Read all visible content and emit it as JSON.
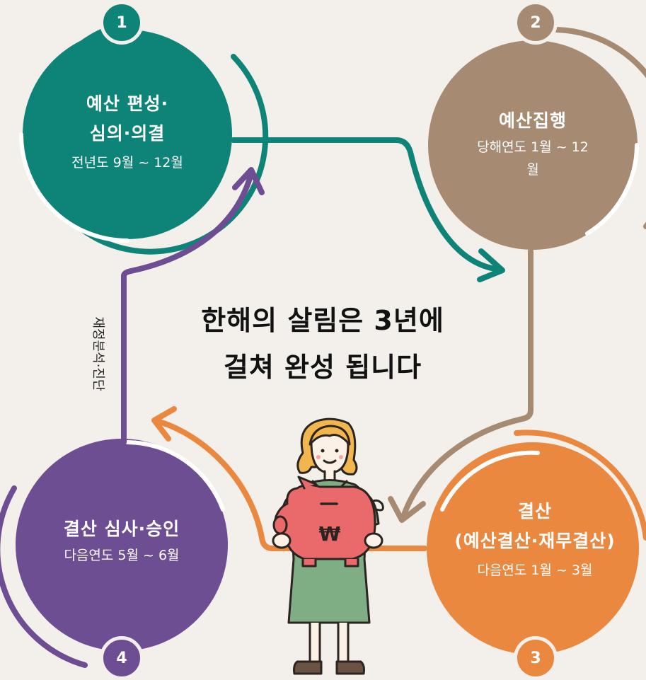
{
  "stages": [
    {
      "number": "1",
      "title_lines": [
        "예산 편성·",
        "심의·의결"
      ],
      "period": "전년도 9월 ~ 12월"
    },
    {
      "number": "2",
      "title_lines": [
        "예산집행"
      ],
      "period": "당해연도 1월 ~ 12월"
    },
    {
      "number": "3",
      "title_lines": [
        "결산",
        "(예산결산·재무결산)"
      ],
      "period": "다음연도 1월 ~ 3월"
    },
    {
      "number": "4",
      "title_lines": [
        "결산 심사·승인"
      ],
      "period": "다음연도 5월 ~ 6월"
    }
  ],
  "center": {
    "line1": "한해의 살림은 3년에",
    "line2": "걸쳐 완성 됩니다"
  },
  "side_label": "재정분석·진단",
  "piggy_symbol": "₩",
  "colors": {
    "stage1": "#0e8478",
    "stage2": "#a68a71",
    "stage3": "#ea8840",
    "stage4": "#6e4e93",
    "background": "#f3efea"
  }
}
